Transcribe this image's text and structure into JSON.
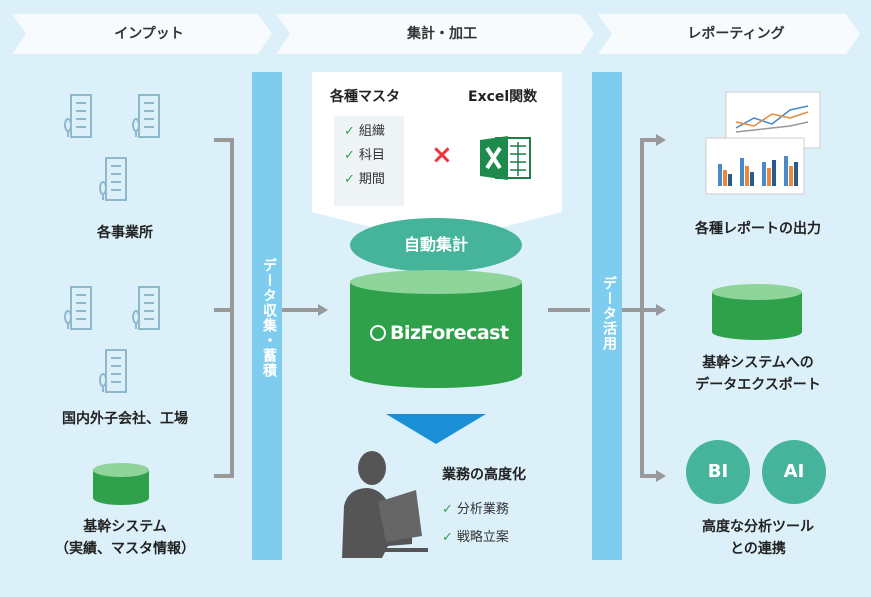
{
  "header": {
    "input": "インプット",
    "aggregate": "集計・加工",
    "reporting": "レポーティング"
  },
  "inputs": {
    "offices": "各事業所",
    "subsidiaries": "国内外子会社、工場",
    "core_line1": "基幹システム",
    "core_line2": "（実績、マスタ情報）"
  },
  "bars": {
    "collect": "データ収集・蓄積",
    "use": "データ活用"
  },
  "center": {
    "masters_title": "各種マスタ",
    "masters": [
      "組織",
      "科目",
      "期間"
    ],
    "excel_title": "Excel関数",
    "times": "×",
    "auto": "自動集計",
    "brand": "BizForecast",
    "work_title": "業務の高度化",
    "work_items": [
      "分析業務",
      "戦略立案"
    ]
  },
  "outputs": {
    "reports": "各種レポートの出力",
    "export_line1": "基幹システムへの",
    "export_line2": "データエクスポート",
    "bi": "BI",
    "ai": "AI",
    "analysis_line1": "高度な分析ツール",
    "analysis_line2": "との連携"
  },
  "colors": {
    "background": "#dcf0fa",
    "bar": "#7fcdee",
    "green": "#2fa14a",
    "teal": "#45b49b",
    "arrow_blue": "#1a8fd6",
    "gray": "#999999"
  }
}
